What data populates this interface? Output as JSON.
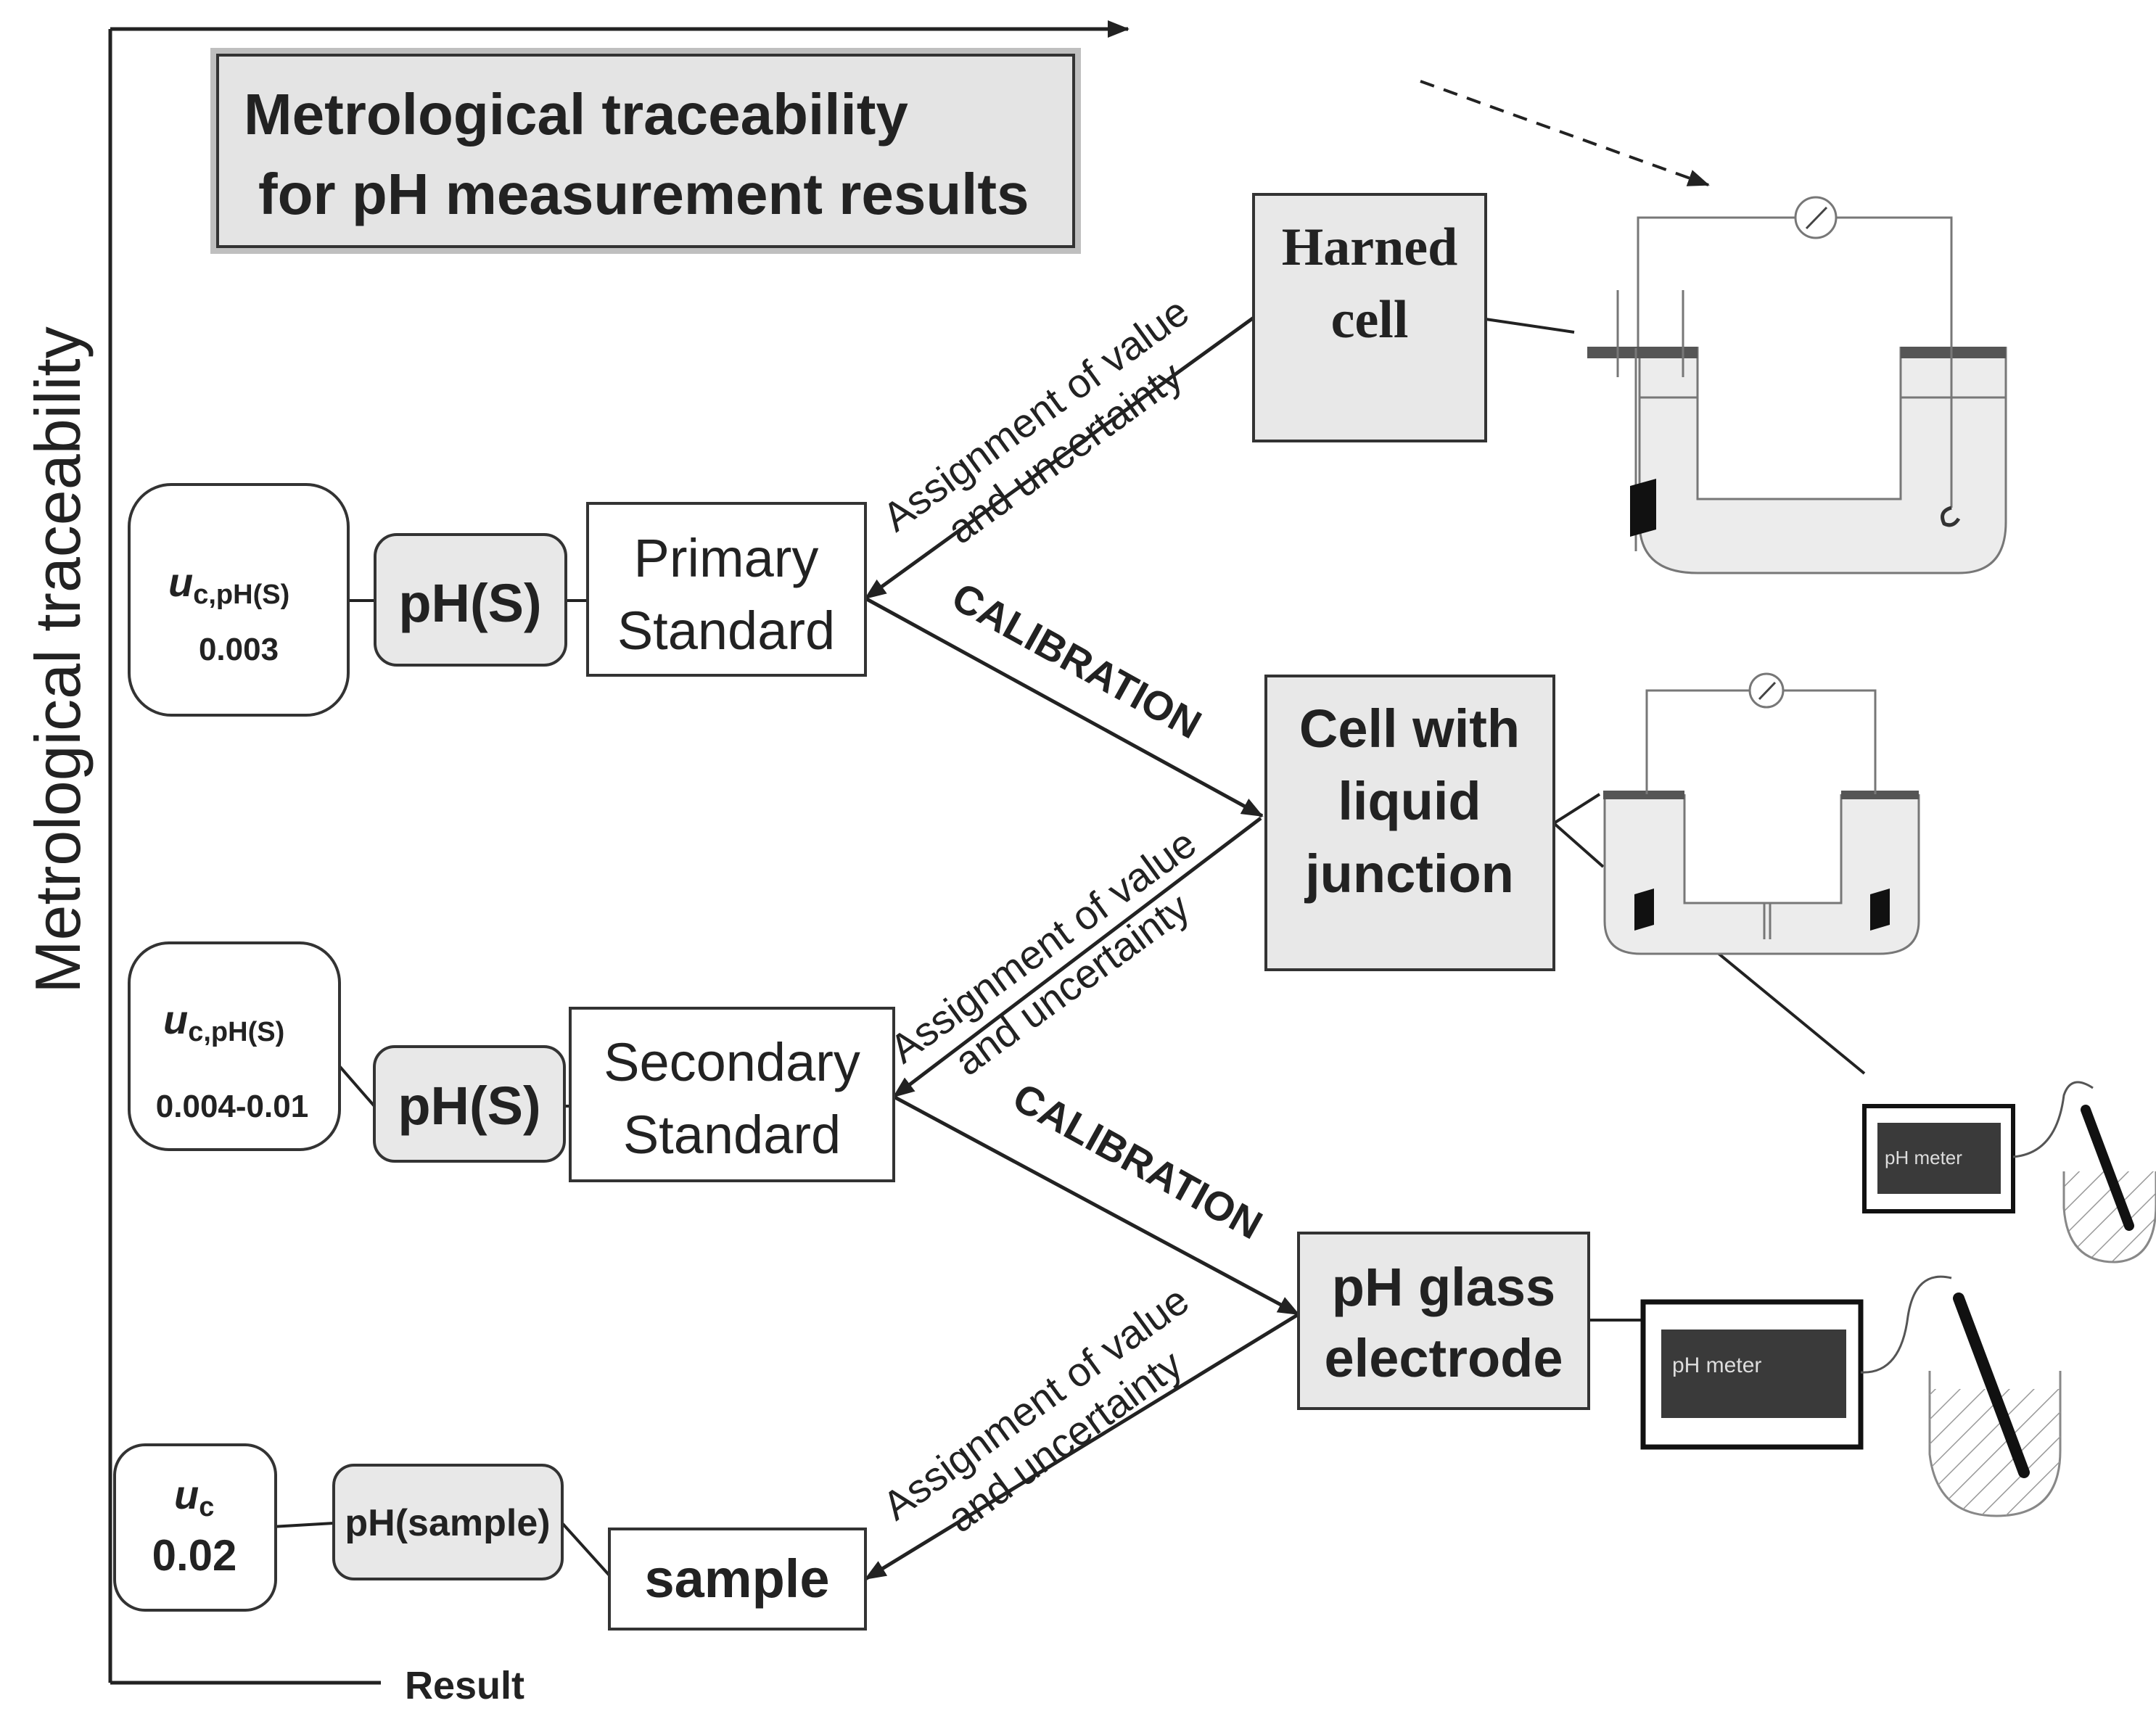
{
  "title": {
    "line1": "Metrological traceability",
    "line2": "for pH measurement results"
  },
  "axes": {
    "y_label": "Metrological traceability",
    "x_label": "Result"
  },
  "standards": {
    "primary": {
      "line1": "Primary",
      "line2": "Standard"
    },
    "secondary": {
      "line1": "Secondary",
      "line2": "Standard"
    },
    "sample": "sample"
  },
  "quantities": {
    "ph_s_primary": "pH(S)",
    "ph_s_secondary": "pH(S)",
    "ph_sample": "pH(sample)"
  },
  "uncertainties": {
    "primary": {
      "symbol": "u",
      "subscript": "c,pH(S)",
      "value": "0.003"
    },
    "secondary": {
      "symbol": "u",
      "subscript": "c,pH(S)",
      "value": "0.004-0.01"
    },
    "sample": {
      "symbol": "u",
      "subscript": "c",
      "value": "0.02"
    }
  },
  "methods": {
    "harned": {
      "line1": "Harned",
      "line2": "cell"
    },
    "liquid_junction": {
      "line1": "Cell with",
      "line2": "liquid",
      "line3": "junction"
    },
    "glass_electrode": {
      "line1": "pH glass",
      "line2": "electrode"
    }
  },
  "arrow_labels": {
    "assign_1": {
      "line1": "Assignment of value",
      "line2": "and uncertainty"
    },
    "assign_2": {
      "line1": "Assignment of value",
      "line2": "and uncertainty"
    },
    "assign_3": {
      "line1": "Assignment of value",
      "line2": "and uncertainty"
    },
    "calibration_1": "CALIBRATION",
    "calibration_2": "CALIBRATION"
  },
  "instruments": {
    "meter_small": "pH meter",
    "meter_large": "pH meter"
  },
  "icons": [
    "voltmeter-icon",
    "harned-cell-icon",
    "liquid-junction-cell-icon",
    "ph-meter-icon",
    "glass-electrode-beaker-icon"
  ],
  "colors": {
    "box_fill": "#e8e8e8",
    "title_fill": "#e4e4e4",
    "line": "#222222",
    "meter_screen": "#3a3a3a"
  }
}
